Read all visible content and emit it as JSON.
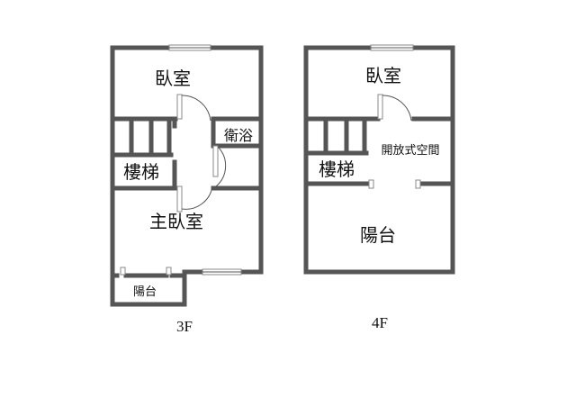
{
  "floor3": {
    "label": "3F",
    "rooms": {
      "bedroom": "臥室",
      "bathroom": "衛浴",
      "stairs": "樓梯",
      "master_bedroom": "主臥室",
      "balcony": "陽台"
    }
  },
  "floor4": {
    "label": "4F",
    "rooms": {
      "bedroom": "臥室",
      "open_space": "開放式空間",
      "stairs": "樓梯",
      "balcony": "陽台"
    }
  }
}
